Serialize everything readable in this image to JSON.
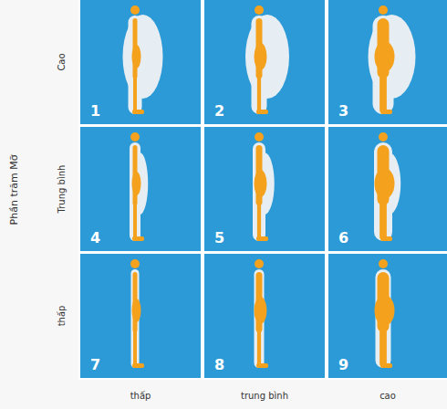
{
  "diagram": {
    "nodes": [
      {
        "text": [
          "1"
        ]
      },
      {
        "text": [
          "2"
        ]
      },
      {
        "text": [
          "3"
        ]
      },
      {
        "text": [
          "4"
        ]
      },
      {
        "text": [
          "5"
        ]
      },
      {
        "text": [
          "6"
        ]
      },
      {
        "text": [
          "7"
        ]
      },
      {
        "text": [
          "8"
        ]
      },
      {
        "text": [
          "9"
        ]
      }
    ],
    "labels": [
      "Phần trăm Mỡ",
      "Cao",
      "Trung bình",
      "thấp",
      "thấp",
      "trung bình",
      "cao"
    ]
  }
}
